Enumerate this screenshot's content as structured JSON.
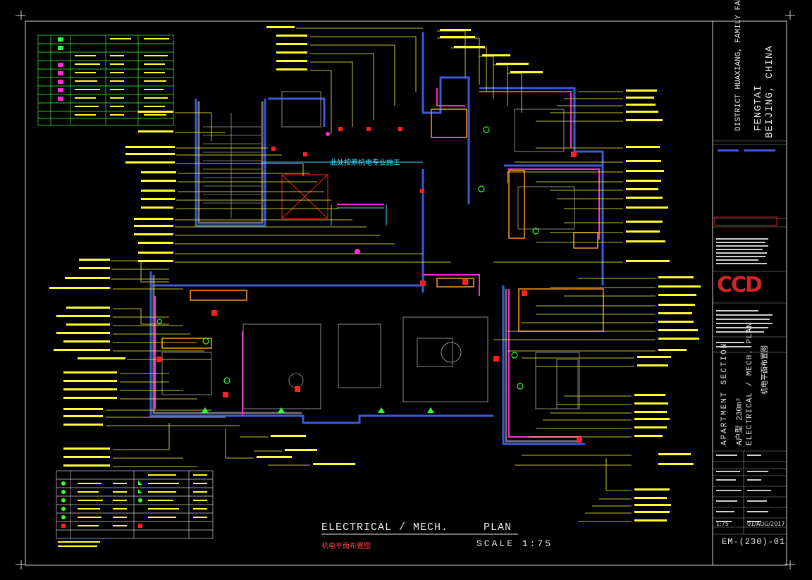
{
  "drawing": {
    "title_en_1": "ELECTRICAL / MECH.",
    "title_en_2": "PLAN",
    "title_cn": "机电平面布置图",
    "scale": "SCALE 1:75",
    "annotation_cn": "此处按原机电专业施工"
  },
  "title_block": {
    "project": "DISTRICT HUAXIANG, FAMILY FAN PROJECT",
    "district": "FENGTAI",
    "location": "BEIJING, CHINA",
    "company_logo": "CCD",
    "section": "APARTMENT SECTION",
    "unit_type": "A户型 230m²",
    "sheet_name": "ELECTRICAL / MECH. PLAN",
    "sheet_name_cn": "机电平面布置图",
    "drawing_number": "EM-(230)-01",
    "scale_value": "1:75",
    "date": "01/AUG/2017"
  },
  "colors": {
    "background": "#000000",
    "wall": "#3a5bd9",
    "wall_fill": "#6f6f6f",
    "leader": "#ffff33",
    "magenta": "#ff2bd6",
    "green": "#33ff33",
    "orange": "#ff9a1f",
    "red": "#ff2020",
    "cyan": "#33e0ff",
    "text": "#e8e8e8"
  },
  "icons": {
    "corner_marks": "cross-corner-icon",
    "logo": "ccd-logo-icon"
  }
}
